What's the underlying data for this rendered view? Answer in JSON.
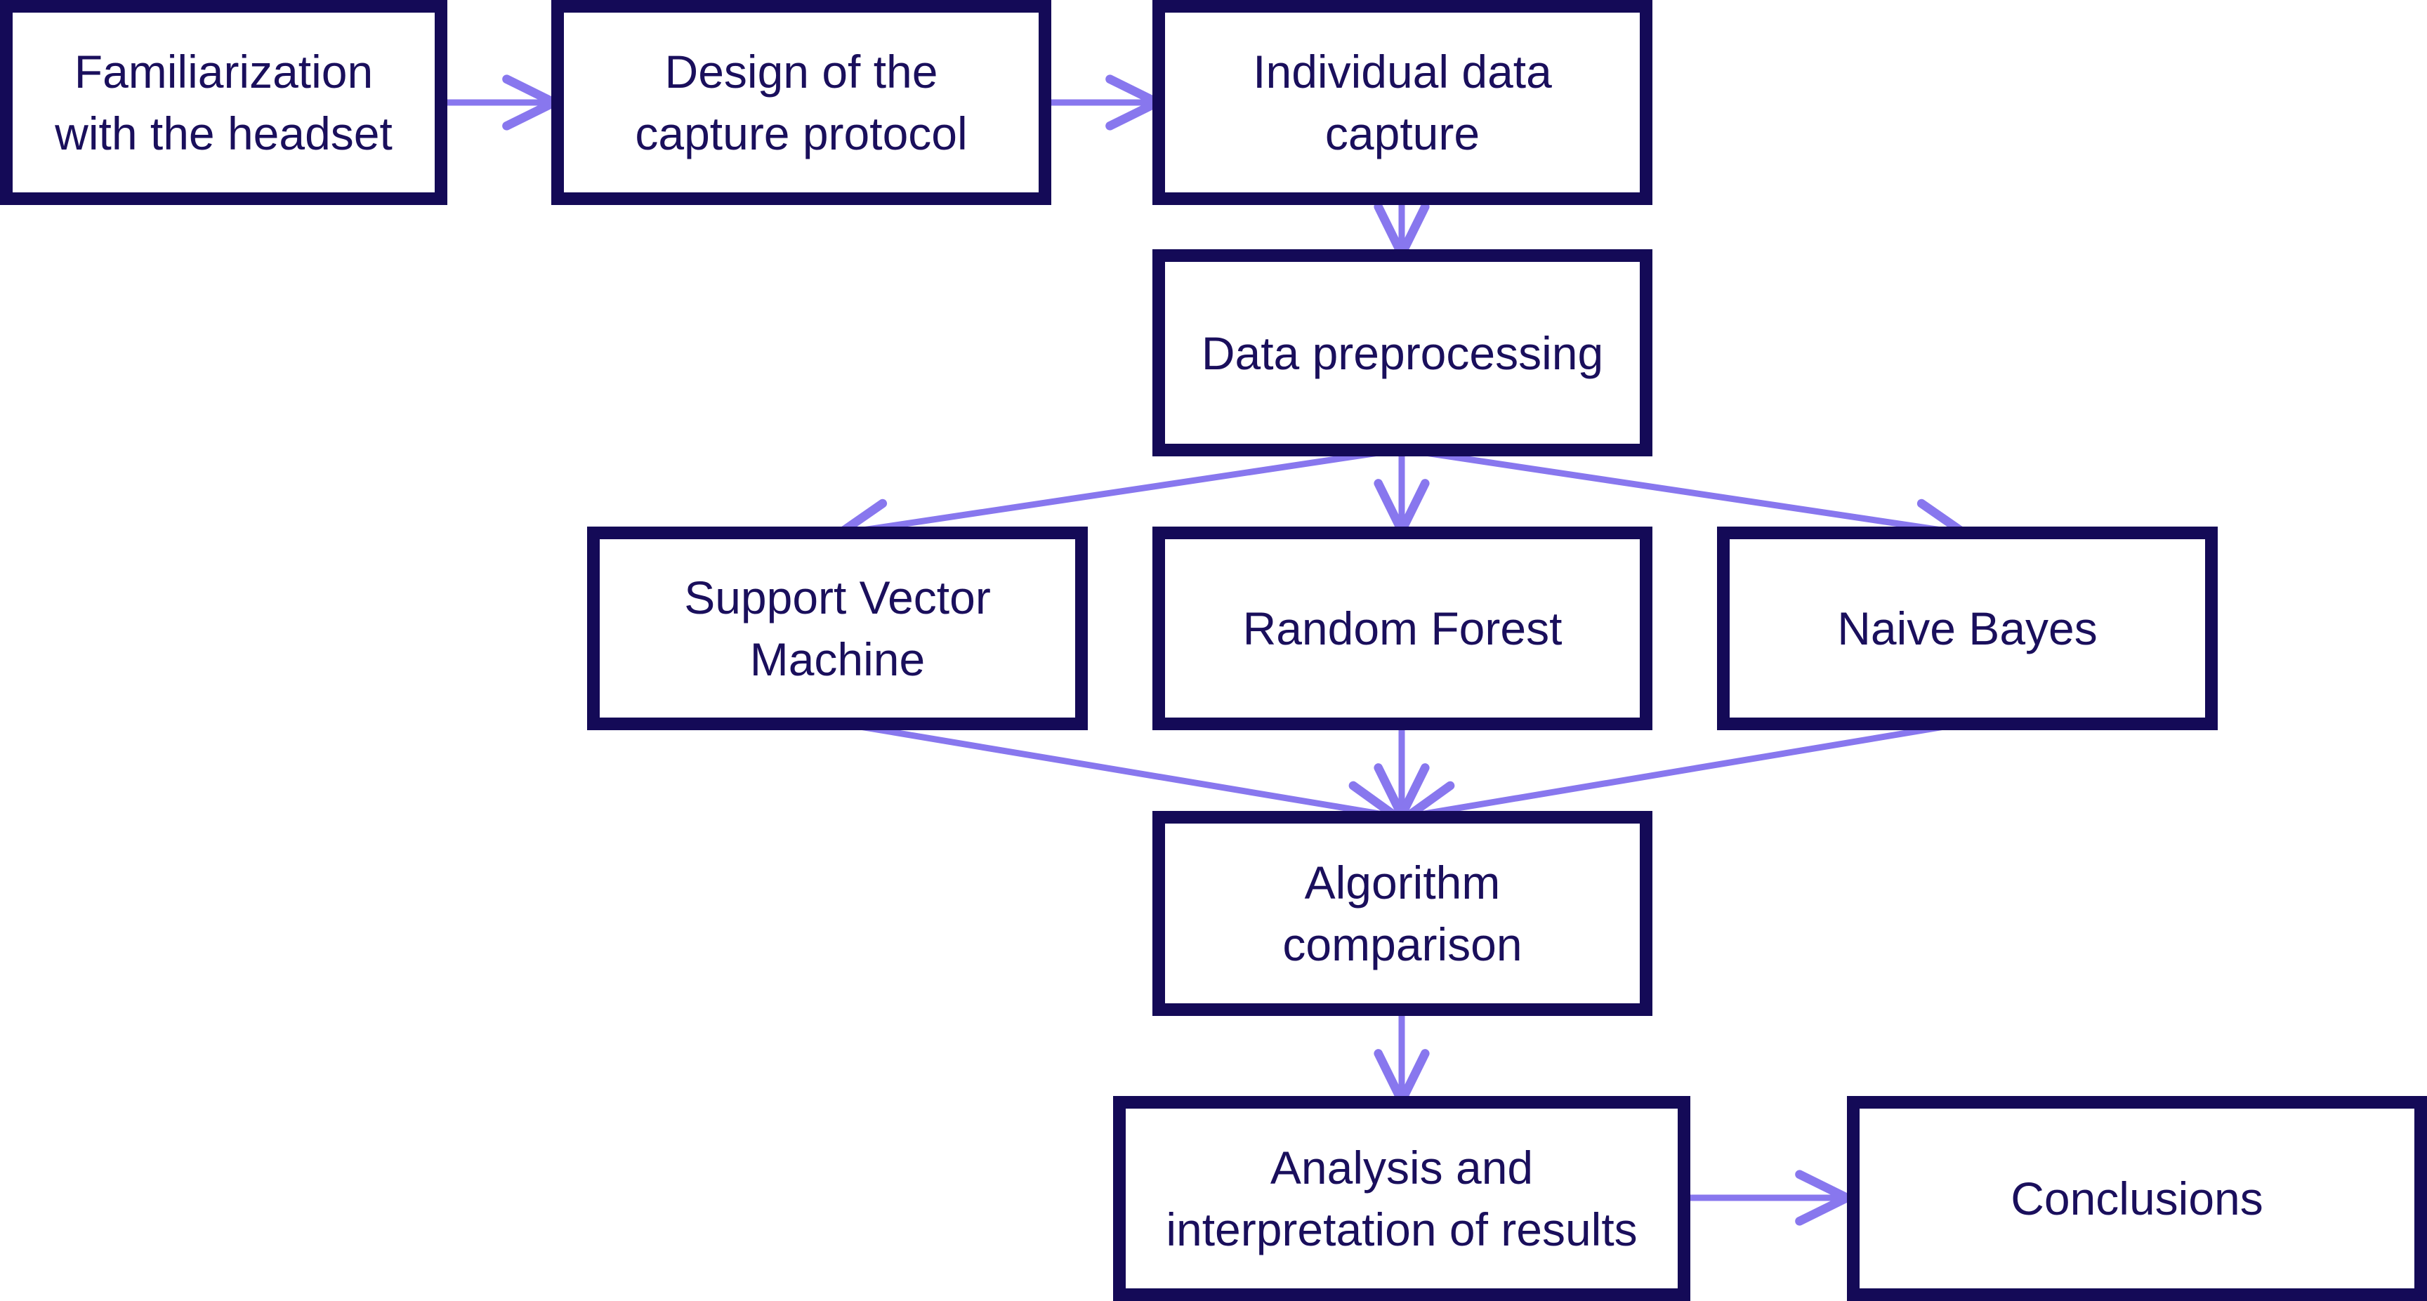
{
  "diagram": {
    "colors": {
      "box_border": "#140a57",
      "box_text": "#1a0f5c",
      "arrow": "#8877ee",
      "background": "#ffffff"
    },
    "nodes": {
      "familiarization": "Familiarization\nwith the headset",
      "design": "Design of the\ncapture protocol",
      "capture": "Individual data\ncapture",
      "preprocessing": "Data preprocessing",
      "svm": "Support Vector\nMachine",
      "rf": "Random Forest",
      "nb": "Naive Bayes",
      "comparison": "Algorithm\ncomparison",
      "analysis": "Analysis and\ninterpretation of results",
      "conclusions": "Conclusions"
    },
    "edges": [
      [
        "familiarization",
        "design"
      ],
      [
        "design",
        "capture"
      ],
      [
        "capture",
        "preprocessing"
      ],
      [
        "preprocessing",
        "svm"
      ],
      [
        "preprocessing",
        "rf"
      ],
      [
        "preprocessing",
        "nb"
      ],
      [
        "svm",
        "comparison"
      ],
      [
        "rf",
        "comparison"
      ],
      [
        "nb",
        "comparison"
      ],
      [
        "comparison",
        "analysis"
      ],
      [
        "analysis",
        "conclusions"
      ]
    ]
  }
}
